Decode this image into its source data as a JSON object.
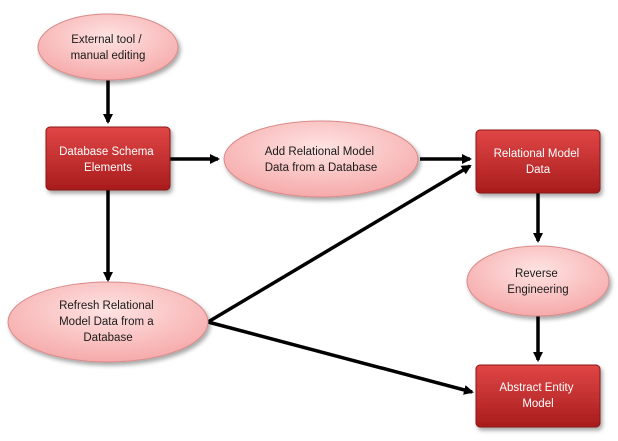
{
  "diagram": {
    "colors": {
      "ellipse_fill": "#fbc3c3",
      "ellipse_stroke": "#d98a8a",
      "box_fill": "#c62828",
      "box_stroke": "#8c1515",
      "arrow": "#000000"
    },
    "nodes": {
      "external_tool": {
        "lines": [
          "External tool /",
          "manual editing"
        ]
      },
      "db_schema": {
        "lines": [
          "Database Schema",
          "Elements"
        ]
      },
      "add_relational": {
        "lines": [
          "Add Relational Model",
          "Data from a Database"
        ]
      },
      "relational_data": {
        "lines": [
          "Relational Model",
          "Data"
        ]
      },
      "reverse_eng": {
        "lines": [
          "Reverse",
          "Engineering"
        ]
      },
      "refresh_relational": {
        "lines": [
          "Refresh Relational",
          "Model Data from a",
          "Database"
        ]
      },
      "abstract_entity": {
        "lines": [
          "Abstract Entity",
          "Model"
        ]
      }
    },
    "edges": [
      {
        "from": "external_tool",
        "to": "db_schema"
      },
      {
        "from": "db_schema",
        "to": "add_relational"
      },
      {
        "from": "add_relational",
        "to": "relational_data"
      },
      {
        "from": "db_schema",
        "to": "refresh_relational"
      },
      {
        "from": "refresh_relational",
        "to": "relational_data"
      },
      {
        "from": "refresh_relational",
        "to": "abstract_entity"
      },
      {
        "from": "relational_data",
        "to": "reverse_eng"
      },
      {
        "from": "reverse_eng",
        "to": "abstract_entity"
      }
    ]
  }
}
